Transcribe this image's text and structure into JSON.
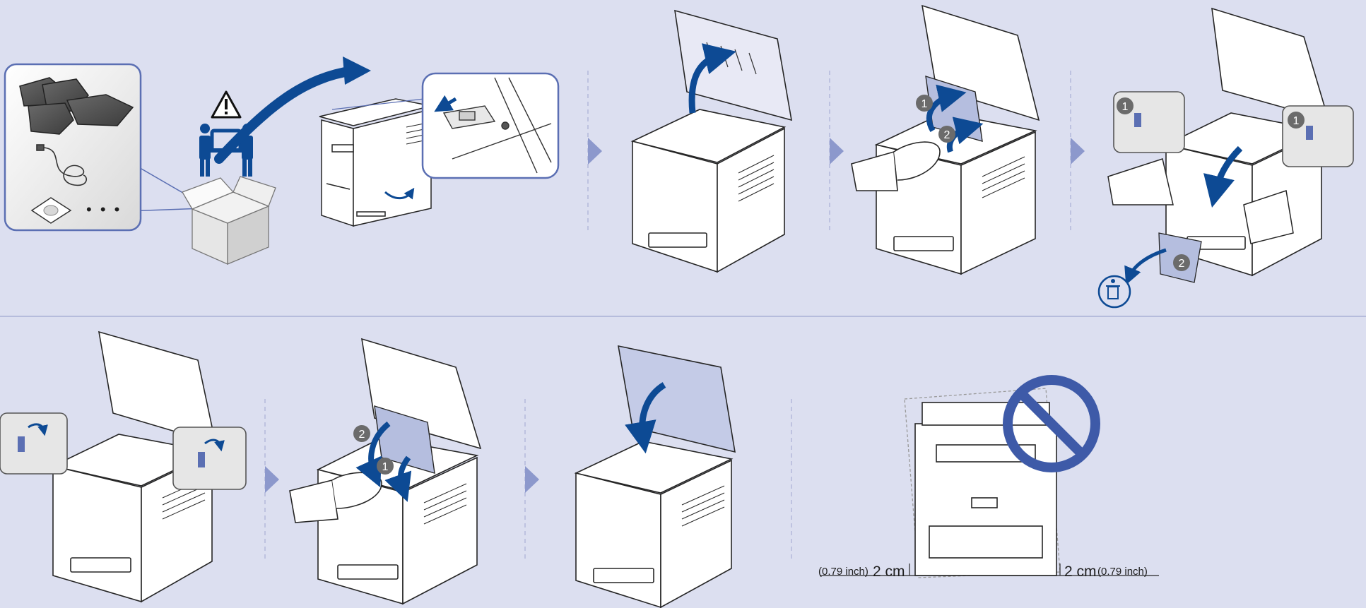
{
  "colors": {
    "background": "#dcdff0",
    "accent_blue": "#0d4a94",
    "arrow_triangle": "#8c98cc",
    "divider": "#a9b0d6",
    "callout_border": "#5b6fb3",
    "printer_outline": "#262626",
    "prohibition_blue": "#3e5aa8"
  },
  "icons": {
    "warning": "warning-triangle-icon",
    "two_person_lift": "two-person-lift-icon",
    "dispose": "trash-bin-icon",
    "prohibited": "prohibition-icon"
  },
  "row1": {
    "step1": {
      "ellipsis": "• • •"
    },
    "step4": {
      "badges": [
        "1",
        "2"
      ]
    },
    "step5": {
      "badges": [
        "1",
        "1",
        "2"
      ]
    }
  },
  "row2": {
    "step6": {
      "badges": []
    },
    "step7": {
      "badges": [
        "2",
        "1"
      ]
    },
    "step9": {
      "left_inch": "(0.79 inch)",
      "left_cm": "2 cm",
      "right_cm": "2 cm",
      "right_inch": "(0.79 inch)"
    }
  }
}
